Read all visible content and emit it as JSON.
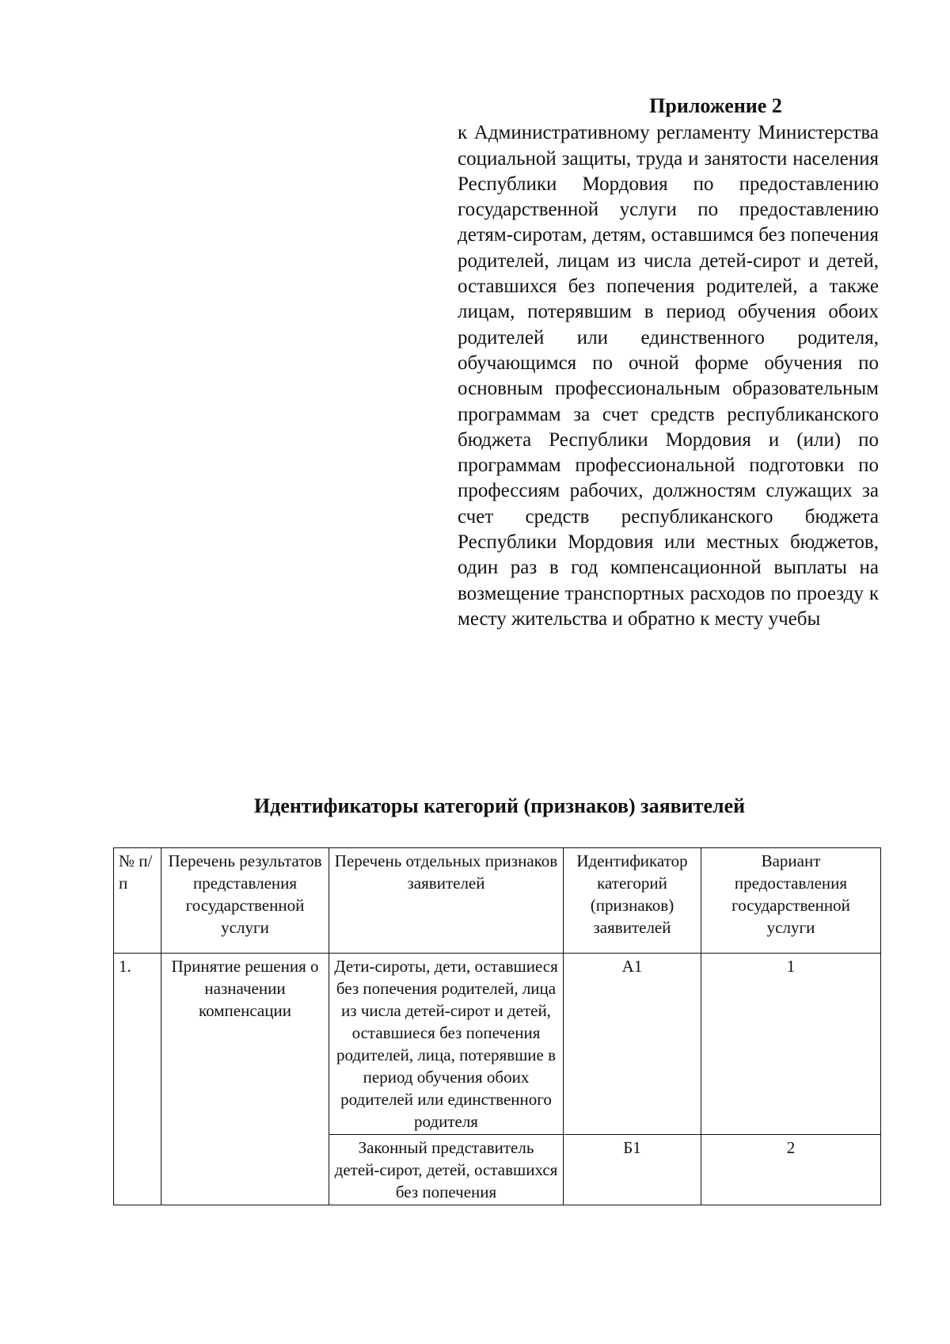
{
  "appendix": {
    "title": "Приложение 2",
    "text": "к Административному регламенту Министерства социальной защиты, труда и занятости населения Республики Мордовия по предоставлению государственной услуги по предоставлению детям-сиротам, детям, оставшимся без попечения родителей, лицам из числа детей-сирот и детей, оставшихся без попечения родителей, а также лицам, потерявшим в период обучения обоих родителей или единственного родителя, обучающимся по очной форме обучения по основным профессиональным образовательным программам за счет средств республиканского бюджета Республики Мордовия и (или) по программам профессиональной подготовки по профессиям рабочих, должностям служащих за счет средств республиканского бюджета Республики Мордовия или местных бюджетов, один раз в год компенсационной выплаты на возмещение транспортных расходов по проезду к месту жительства и обратно к месту учебы"
  },
  "heading": "Идентификаторы категорий (признаков) заявителей",
  "table": {
    "headers": [
      "№ п/п",
      "Перечень результатов представления государственной услуги",
      "Перечень отдельных признаков заявителей",
      "Идентификатор категорий (признаков) заявителей",
      "Вариант предоставления государственной услуги"
    ],
    "rows": [
      {
        "num": "1.",
        "result": "Принятие решения о назначении компенсации",
        "items": [
          {
            "feature": "Дети-сироты, дети, оставшиеся без попечения родителей, лица из числа детей-сирот и детей, оставшиеся без попечения родителей, лица, потерявшие в период обучения обоих родителей или единственного родителя",
            "identifier": "А1",
            "variant": "1"
          },
          {
            "feature": "Законный представитель детей-сирот, детей, оставшихся без попечения",
            "identifier": "Б1",
            "variant": "2"
          }
        ]
      }
    ]
  }
}
